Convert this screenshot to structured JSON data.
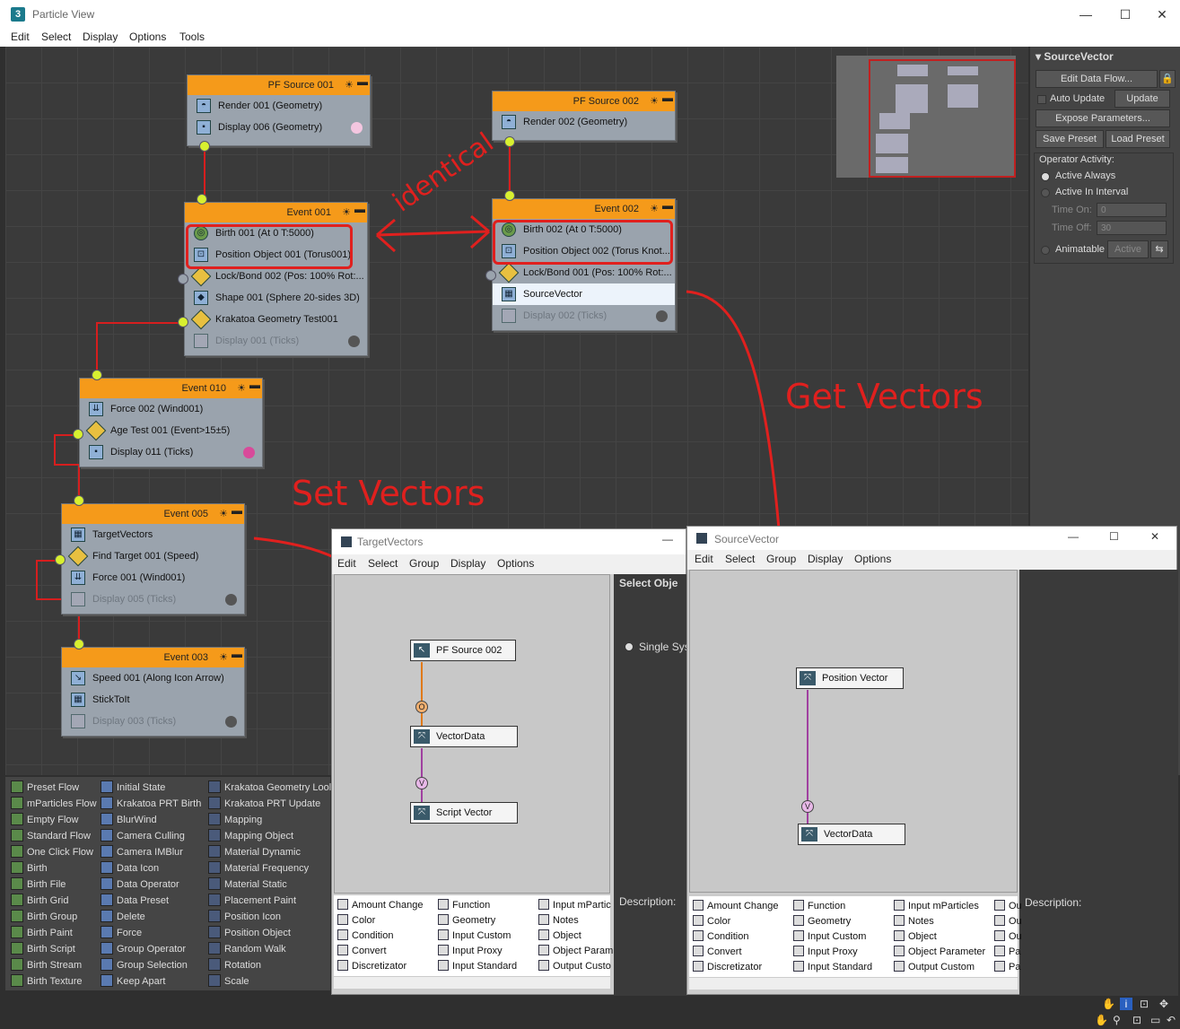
{
  "window": {
    "title": "Particle View",
    "app_icon": "3"
  },
  "menu": [
    "Edit",
    "Select",
    "Display",
    "Options",
    "Tools"
  ],
  "events": {
    "pf1": {
      "title": "PF Source 001",
      "ops": [
        "Render 001 (Geometry)",
        "Display 006 (Geometry)"
      ]
    },
    "pf2": {
      "title": "PF Source 002",
      "ops": [
        "Render 002 (Geometry)"
      ]
    },
    "e1": {
      "title": "Event 001",
      "ops": [
        "Birth 001 (At 0 T:5000)",
        "Position Object 001 (Torus001)",
        "Lock/Bond 002 (Pos: 100% Rot:...",
        "Shape 001 (Sphere 20-sides 3D)",
        "Krakatoa Geometry Test001",
        "Display 001 (Ticks)"
      ]
    },
    "e2": {
      "title": "Event 002",
      "ops": [
        "Birth 002 (At 0 T:5000)",
        "Position Object 002 (Torus Knot...",
        "Lock/Bond 001 (Pos: 100% Rot:...",
        "SourceVector",
        "Display 002 (Ticks)"
      ]
    },
    "e10": {
      "title": "Event 010",
      "ops": [
        "Force 002 (Wind001)",
        "Age Test 001 (Event>15±5)",
        "Display 011 (Ticks)"
      ]
    },
    "e5": {
      "title": "Event 005",
      "ops": [
        "TargetVectors",
        "Find Target 001 (Speed)",
        "Force 001 (Wind001)",
        "Display 005 (Ticks)"
      ]
    },
    "e3": {
      "title": "Event 003",
      "ops": [
        "Speed 001 (Along Icon Arrow)",
        "StickToIt",
        "Display 003 (Ticks)"
      ]
    }
  },
  "annotations": {
    "identical": "identical",
    "get_vectors": "Get Vectors",
    "set_vectors": "Set Vectors"
  },
  "panel": {
    "title": "SourceVector",
    "edit_data_flow": "Edit Data Flow...",
    "auto_update": "Auto Update",
    "update": "Update",
    "expose_parameters": "Expose Parameters...",
    "save_preset": "Save Preset",
    "load_preset": "Load Preset",
    "operator_activity": "Operator Activity:",
    "active_always": "Active Always",
    "active_in_interval": "Active In Interval",
    "time_on_label": "Time On:",
    "time_on_value": "0",
    "time_off_label": "Time Off:",
    "time_off_value": "30",
    "animatable": "Animatable",
    "active": "Active"
  },
  "depot": {
    "col1": [
      "Preset Flow",
      "mParticles Flow",
      "Empty Flow",
      "Standard Flow",
      "One Click Flow",
      "Birth",
      "Birth File",
      "Birth Grid",
      "Birth Group",
      "Birth Paint",
      "Birth Script",
      "Birth Stream",
      "Birth Texture"
    ],
    "col2": [
      "Initial State",
      "Krakatoa PRT Birth",
      "BlurWind",
      "Camera Culling",
      "Camera IMBlur",
      "Data Icon",
      "Data Operator",
      "Data Preset",
      "Delete",
      "Force",
      "Group Operator",
      "Group Selection",
      "Keep Apart"
    ],
    "col3": [
      "Krakatoa Geometry Lool",
      "Krakatoa PRT Update",
      "Mapping",
      "Mapping Object",
      "Material Dynamic",
      "Material Frequency",
      "Material Static",
      "Placement Paint",
      "Position Icon",
      "Position Object",
      "Random Walk",
      "Rotation",
      "Scale"
    ]
  },
  "target_window": {
    "title": "TargetVectors",
    "menu": [
      "Edit",
      "Select",
      "Group",
      "Display",
      "Options"
    ],
    "select_object": "Select Obje",
    "single_system": "Single Syste",
    "nodes": [
      "PF Source 002",
      "VectorData",
      "Script Vector"
    ],
    "sockets": [
      "O",
      "V"
    ],
    "description": "Description:",
    "depot_col1": [
      "Amount Change",
      "Color",
      "Condition",
      "Convert",
      "Discretizator"
    ],
    "depot_col2": [
      "Function",
      "Geometry",
      "Input Custom",
      "Input Proxy",
      "Input Standard"
    ],
    "depot_col3": [
      "Input mPartic",
      "Notes",
      "Object",
      "Object Param",
      "Output Custo"
    ]
  },
  "source_window": {
    "title": "SourceVector",
    "menu": [
      "Edit",
      "Select",
      "Group",
      "Display",
      "Options"
    ],
    "nodes": [
      "Position Vector",
      "VectorData"
    ],
    "sockets": [
      "V"
    ],
    "description": "Description:",
    "depot_col1": [
      "Amount Change",
      "Color",
      "Condition",
      "Convert",
      "Discretizator"
    ],
    "depot_col2": [
      "Function",
      "Geometry",
      "Input Custom",
      "Input Proxy",
      "Input Standard"
    ],
    "depot_col3": [
      "Input mParticles",
      "Notes",
      "Object",
      "Object Parameter",
      "Output Custom"
    ],
    "depot_col4": [
      "Ou",
      "Ou",
      "Ou",
      "Pa",
      "Pa"
    ]
  }
}
